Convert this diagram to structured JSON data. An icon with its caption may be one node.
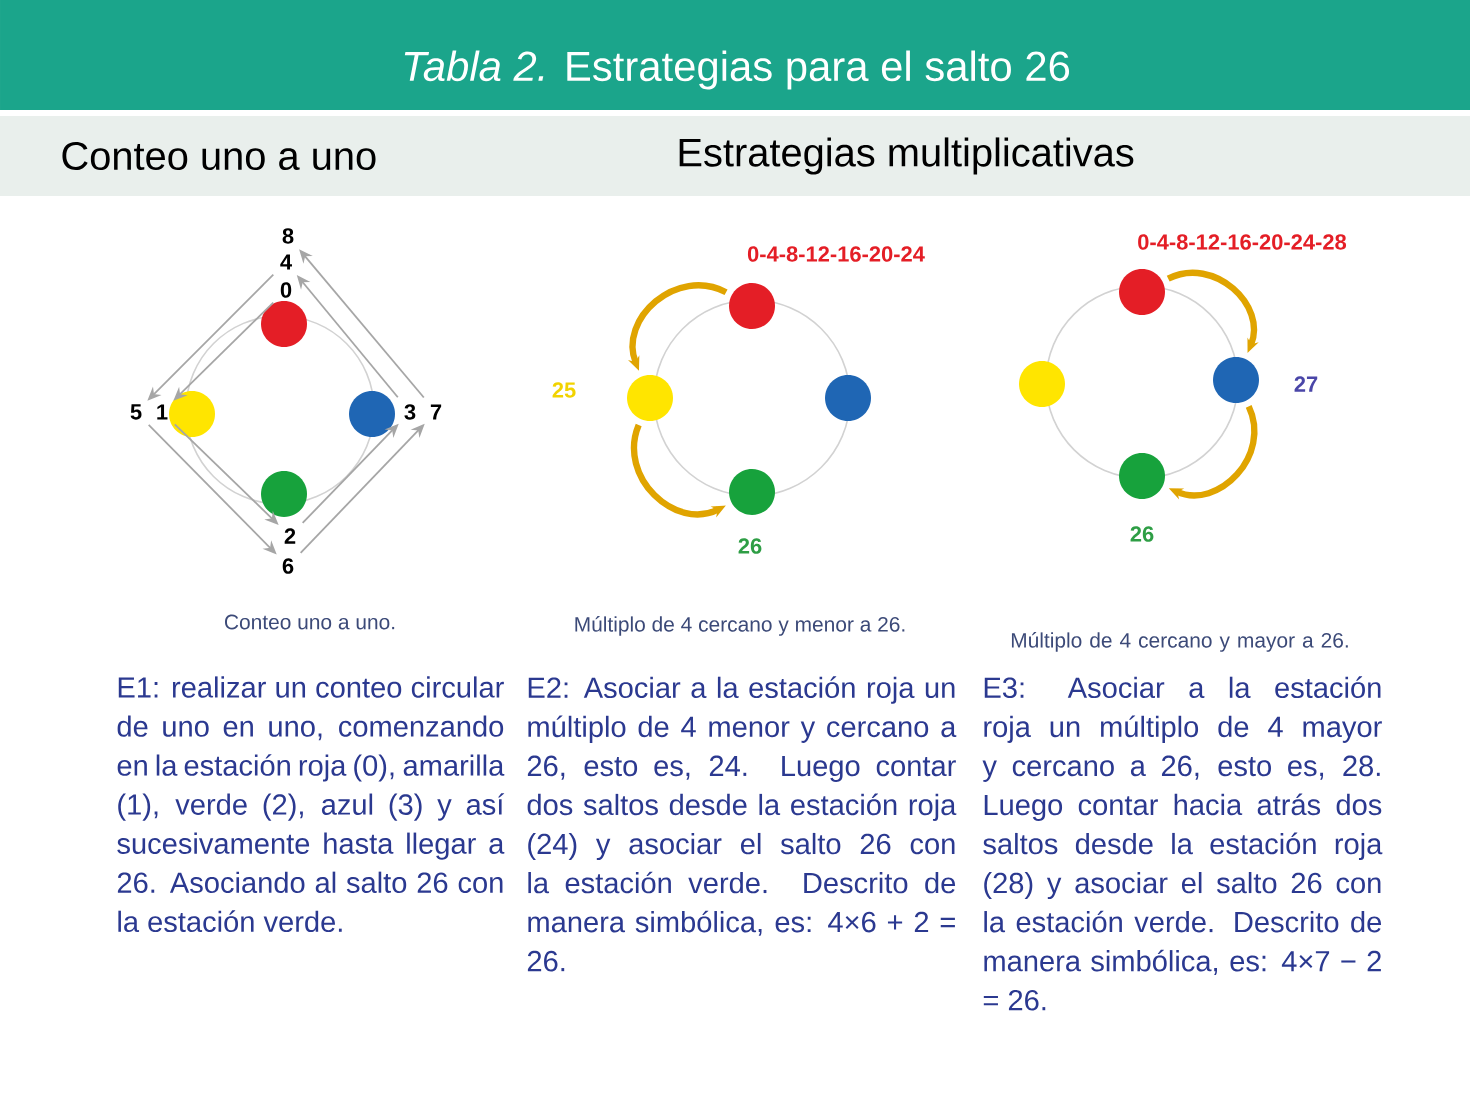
{
  "diagram": {
    "title": "*Tabla 2.* Estrategias para el salto 26",
    "nodes": [
      {
        "text": [
          "8"
        ]
      },
      {
        "text": [
          "4"
        ]
      },
      {
        "text": [
          "0"
        ]
      },
      {
        "text": [],
        "shape": "circle"
      },
      {
        "text": [
          "5"
        ]
      },
      {
        "text": [
          "1"
        ]
      },
      {
        "text": [],
        "shape": "circle"
      },
      {
        "text": [],
        "shape": "circle"
      },
      {
        "text": [
          "3"
        ]
      },
      {
        "text": [
          "7"
        ]
      },
      {
        "text": [],
        "shape": "circle"
      },
      {
        "text": [
          "2"
        ]
      },
      {
        "text": [
          "6"
        ]
      },
      {
        "text": [],
        "shape": "circle",
        "beside": [
          "0-4-8-12-16-20-24"
        ]
      },
      {
        "text": [],
        "shape": "circle",
        "beside": [
          "25"
        ]
      },
      {
        "text": [],
        "shape": "circle"
      },
      {
        "text": [],
        "shape": "circle",
        "beside": [
          "26"
        ]
      },
      {
        "text": [],
        "shape": "circle",
        "beside": [
          "0-4-8-12-16-20-24-28"
        ]
      },
      {
        "text": [],
        "shape": "circle"
      },
      {
        "text": [],
        "shape": "circle",
        "beside": [
          "27"
        ]
      },
      {
        "text": [],
        "shape": "circle",
        "beside": [
          "26"
        ]
      }
    ],
    "edges": [
      {
        "from": 2,
        "to": 5,
        "arrow": "to"
      },
      {
        "from": 5,
        "to": 11,
        "arrow": "to"
      },
      {
        "from": 11,
        "to": 8,
        "arrow": "to"
      },
      {
        "from": 8,
        "to": 1,
        "arrow": "to"
      },
      {
        "from": 1,
        "to": 4,
        "arrow": "to"
      },
      {
        "from": 4,
        "to": 12,
        "arrow": "to"
      },
      {
        "from": 12,
        "to": 9,
        "arrow": "to"
      },
      {
        "from": 9,
        "to": 0,
        "arrow": "to"
      },
      {
        "from": 13,
        "to": 14,
        "arrow": "to",
        "style": "thick",
        "color": "#e0a400"
      },
      {
        "from": 14,
        "to": 16,
        "arrow": "to",
        "style": "thick",
        "color": "#e0a400"
      },
      {
        "from": 17,
        "to": 19,
        "arrow": "to",
        "style": "thick",
        "color": "#e0a400"
      },
      {
        "from": 19,
        "to": 20,
        "arrow": "to",
        "style": "thick",
        "color": "#e0a400"
      }
    ],
    "labels": [
      "Conteo uno a uno",
      "Estrategias multiplicativas",
      "Conteo uno a uno.",
      "Múltiplo de 4 cercano y menor a 26.",
      "Múltiplo de 4 cercano y mayor a 26.",
      "E1: realizar un conteo circular de uno en uno, comenzando en la estación roja (0), amarilla (1), verde (2), azul (3) y así sucesivamente hasta llegar a 26. Asociando al salto 26 con la estación verde.",
      "E2: Asociar a la estación roja un múltiplo de 4 menor y cercano a 26, esto es, 24. Luego contar dos saltos desde la estación roja (24) y asociar el salto 26 con la estación verde. Descrito de manera simbólica, es: 4×6 + 2 = 26.",
      "E3: Asociar a la estación roja un múltiplo de 4 mayor y cercano a 26, esto es, 28. Luego contar hacia atrás dos saltos desde la estación roja (28) y asociar el salto 26 con la estación verde. Descrito de manera simbólica, es: 4×7 − 2 = 26."
    ]
  }
}
